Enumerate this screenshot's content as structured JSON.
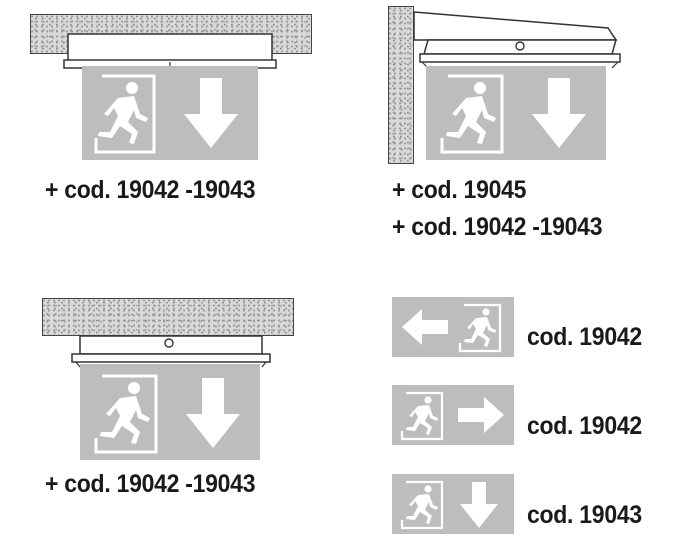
{
  "captions": {
    "top_left": "+ cod. 19042 -19043",
    "top_right_line1": "+ cod. 19045",
    "top_right_line2": "+ cod. 19042 -19043",
    "bottom_left": "+ cod. 19042 -19043"
  },
  "variants": [
    {
      "code": "cod. 19042",
      "arrow": "left-arrow-icon"
    },
    {
      "code": "cod. 19042",
      "arrow": "right-arrow-icon"
    },
    {
      "code": "cod. 19043",
      "arrow": "down-arrow-icon"
    }
  ],
  "colors": {
    "panel": "#bdbdbd",
    "pictogram": "#ffffff",
    "line": "#333333",
    "concrete": "#d9d9d9"
  }
}
